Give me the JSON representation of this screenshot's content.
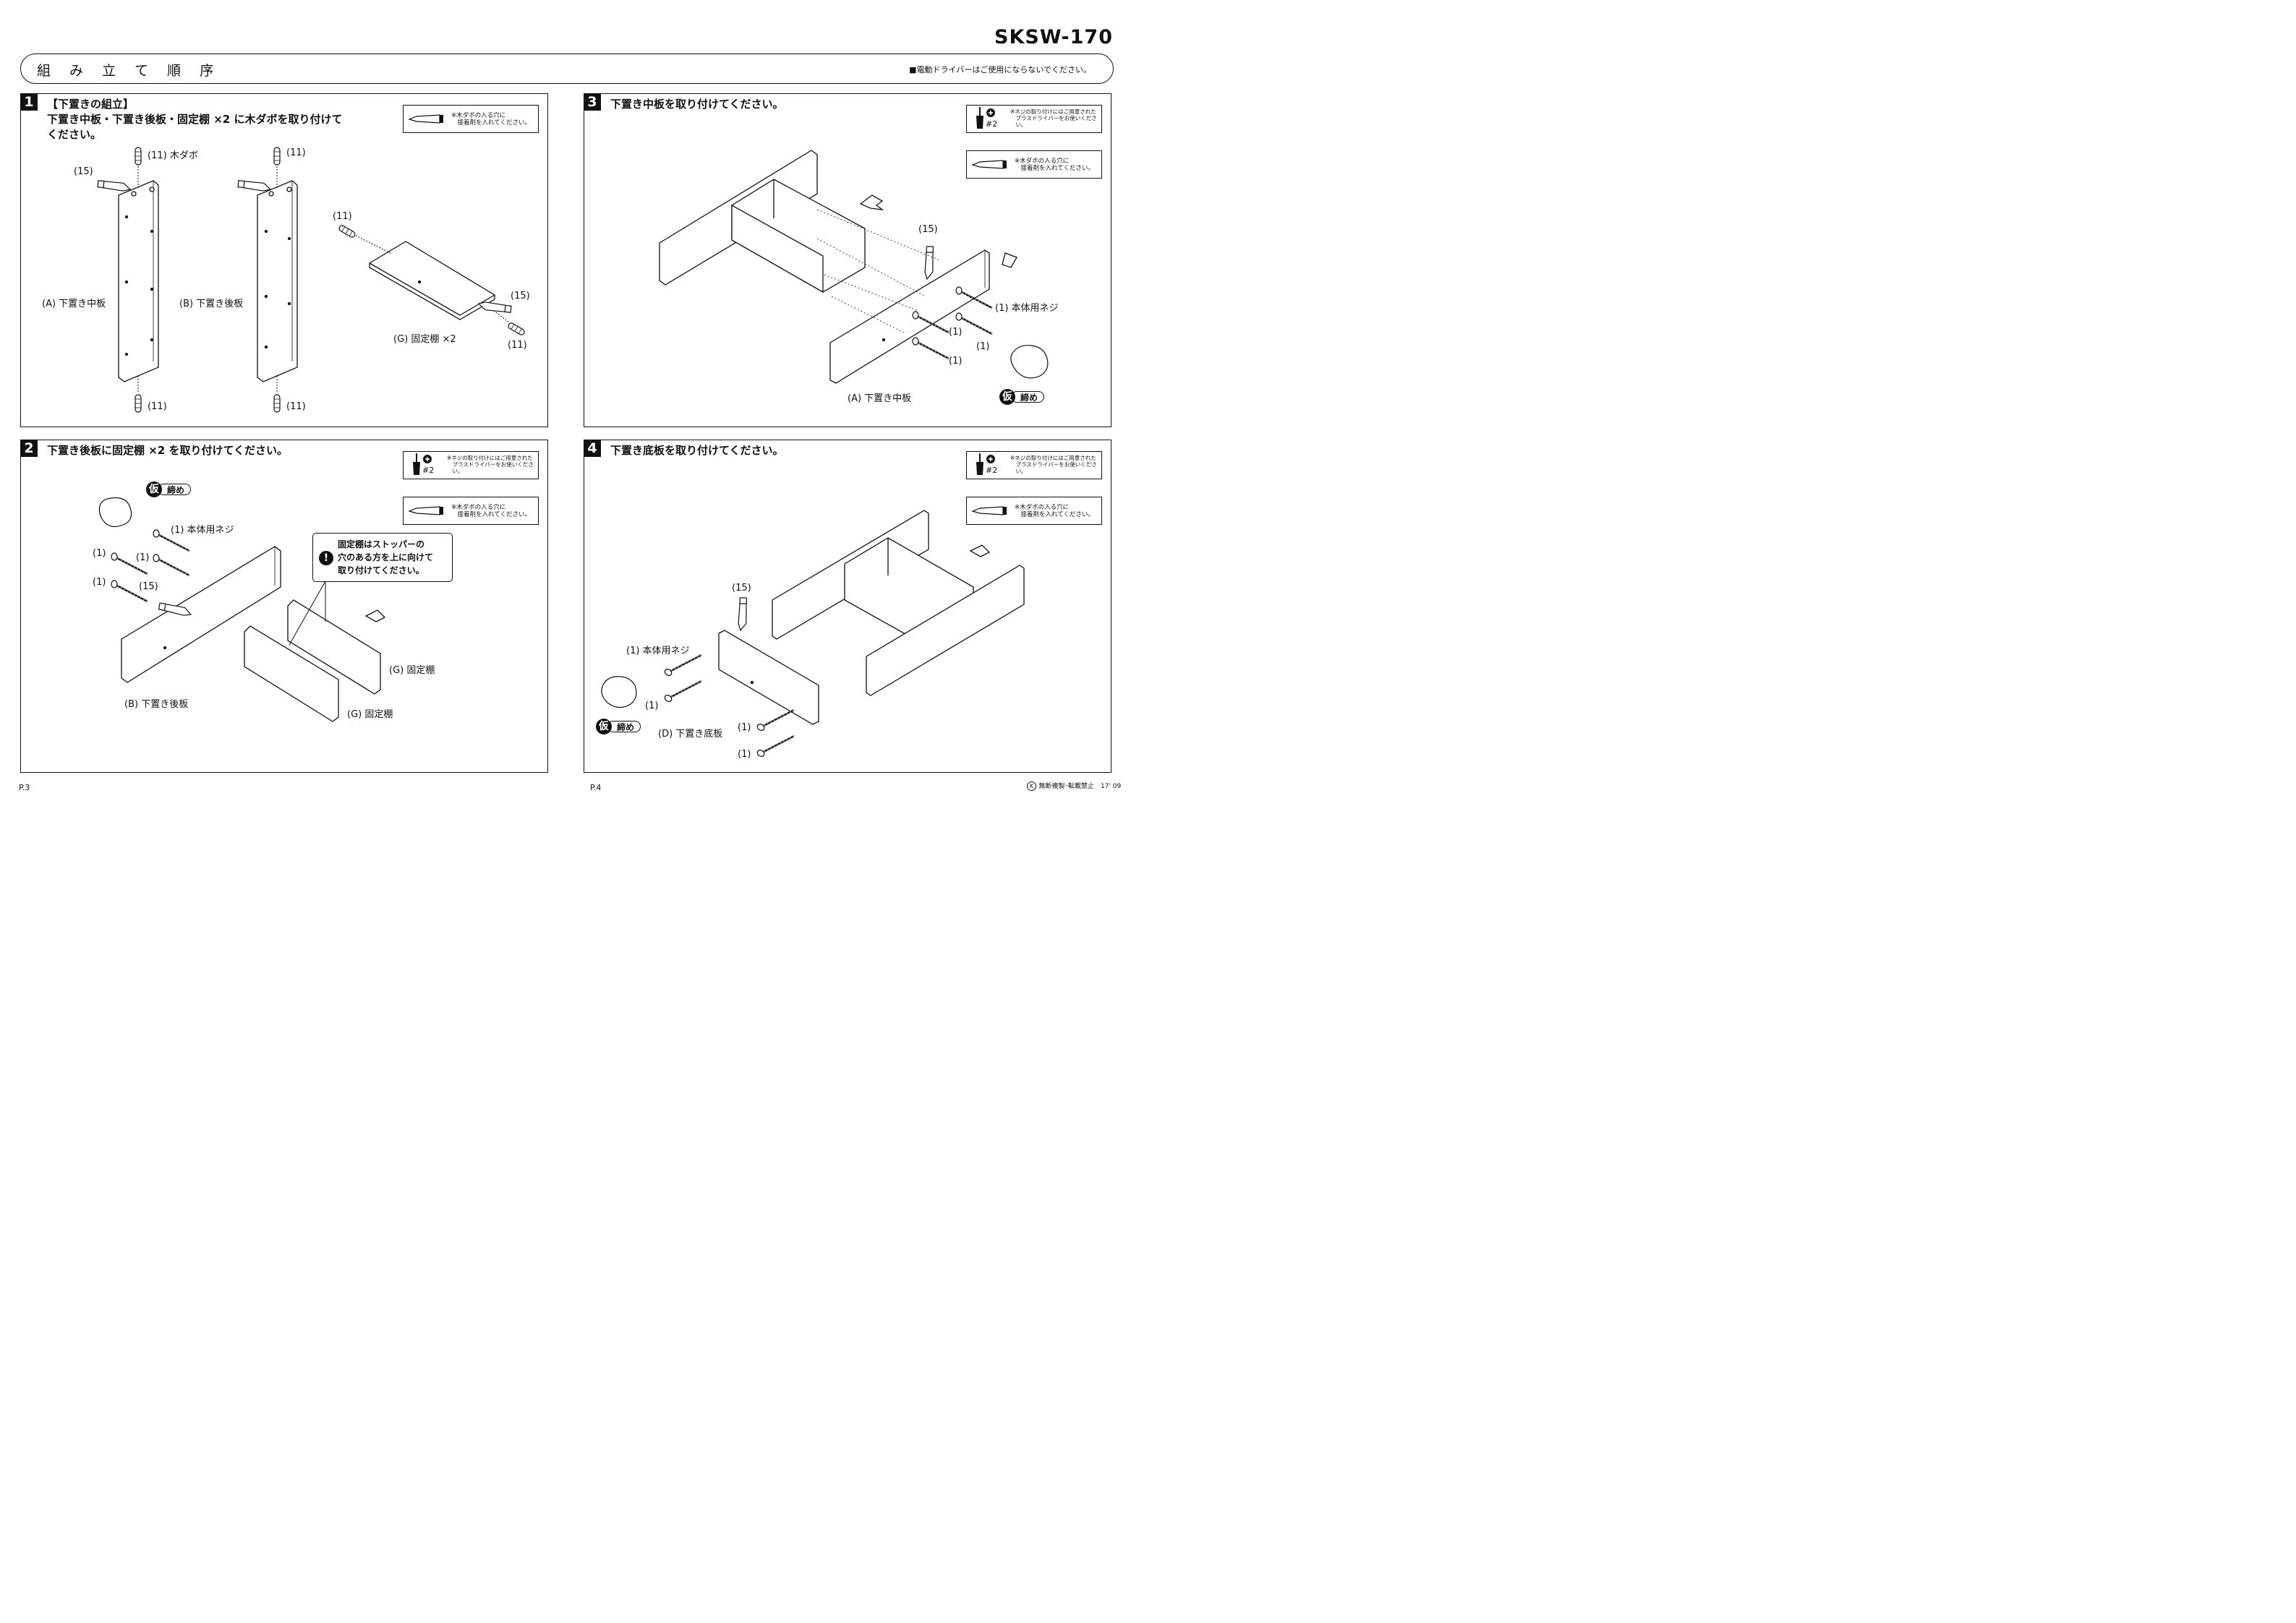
{
  "model": "SKSW-170",
  "header": {
    "title": "組 み 立 て 順 序",
    "note": "■電動ドライバーはご使用にならないでください。"
  },
  "notes": {
    "glue": "※木ダボの入る穴に\n　接着剤を入れてください。",
    "screwdriver": "※ネジの取り付けにはご用意された\n　プラスドライバーをお使いくださ\n　い。",
    "driver_size": "#2"
  },
  "karijime": {
    "kanji": "仮",
    "text": "締め"
  },
  "steps": [
    {
      "number": "1",
      "title": "【下置きの組立】\n下置き中板・下置き後板・固定棚 ×2 に木ダボを取り付けて\nください。",
      "labels": {
        "dowel_named": "(11) 木ダボ",
        "dowel": "(11)",
        "glue": "(15)",
        "board_a": "(A) 下置き中板",
        "board_b": "(B) 下置き後板",
        "shelf_g": "(G) 固定棚 ×2"
      }
    },
    {
      "number": "2",
      "title": "下置き後板に固定棚 ×2 を取り付けてください。",
      "labels": {
        "screw_named": "(1) 本体用ネジ",
        "screw": "(1)",
        "glue": "(15)",
        "board_b": "(B) 下置き後板",
        "shelf_g": "(G) 固定棚"
      },
      "warning": "固定棚はストッパーの\n穴のある方を上に向けて\n取り付けてください。"
    },
    {
      "number": "3",
      "title": "下置き中板を取り付けてください。",
      "labels": {
        "glue": "(15)",
        "screw_named": "(1) 本体用ネジ",
        "screw": "(1)",
        "board_a": "(A) 下置き中板"
      }
    },
    {
      "number": "4",
      "title": "下置き底板を取り付けてください。",
      "labels": {
        "glue": "(15)",
        "screw_named": "(1) 本体用ネジ",
        "screw": "(1)",
        "board_d": "(D) 下置き底板"
      }
    }
  ],
  "pages": {
    "left": "P.3",
    "right": "P.4"
  },
  "footer": {
    "mark": "K",
    "text": "無断複製･転載禁止　17' 09"
  }
}
